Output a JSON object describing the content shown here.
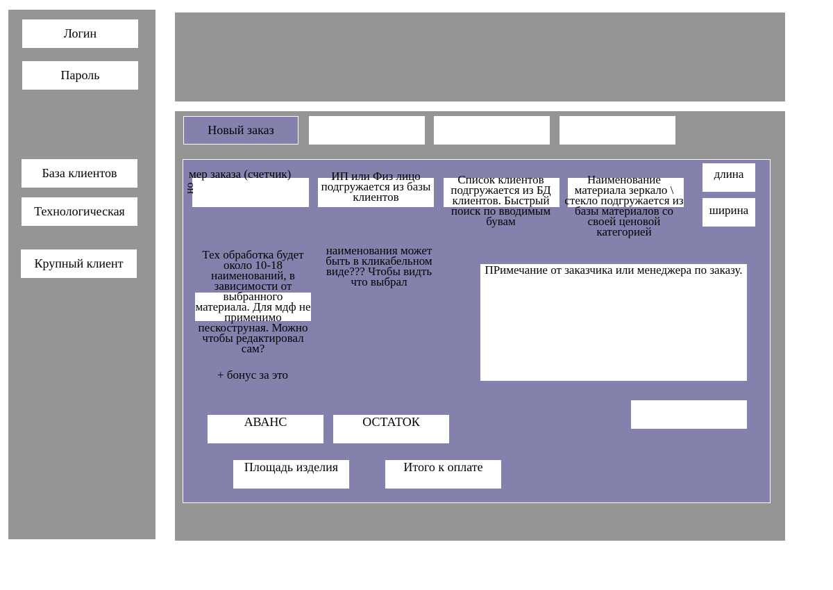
{
  "sidebar": {
    "login": "Логин",
    "password": "Пароль",
    "items": [
      "База клиентов",
      "Технологическая",
      "Крупный клиент"
    ]
  },
  "tabs": {
    "new_order": "Новый заказ"
  },
  "form": {
    "order_number_label": "мер заказа (счетчик)",
    "order_number_prefix": "но",
    "client_type_label": "ИП или Физ лицо подгружается из базы клиентов",
    "client_list_note": "Список клиентов подгружается из БД клиентов. Быстрый поиск по вводимым бувам",
    "material_note": "Наименование материала зеркало \\ стекло подгружается из базы материалов со своей ценовой категорией",
    "length_label": "длина",
    "width_label": "ширина",
    "tech_processing_note": "Тех обработка будет около 10-18 наименований, в зависимости от выбранного материала. Для мдф не применимо пескоструная. Можно чтобы редактировал сам?",
    "bonus_note": "+ бонус за это",
    "clickable_names_note": "наименования может быть в кликабельном виде??? Чтобы видть что выбрал",
    "comment_label": "ПРимечание от заказчика или менеджера по заказу.",
    "advance_label": "АВАНС",
    "balance_label": "ОСТАТОК",
    "area_label": "Площадь изделия",
    "total_label": "Итого к оплате"
  },
  "colors": {
    "panel": "#959595",
    "form": "#8481ad",
    "field": "#ffffff"
  }
}
